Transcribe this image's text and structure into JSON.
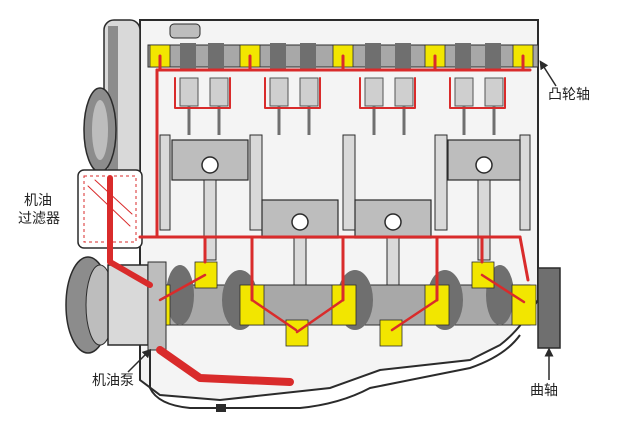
{
  "labels": {
    "camshaft": "凸轮轴",
    "oil_filter_line1": "机油",
    "oil_filter_line2": "过滤器",
    "oil_pump": "机油泵",
    "crankshaft": "曲轴"
  },
  "colors": {
    "oil": "#d92b2b",
    "bearing": "#f2e600",
    "metal_dark": "#6f6f6f",
    "metal_mid": "#a8a8a8",
    "metal_light": "#d9d9d9",
    "outline": "#2b2b2b",
    "background": "#ffffff"
  },
  "icons": {
    "pointer": "arrow"
  }
}
